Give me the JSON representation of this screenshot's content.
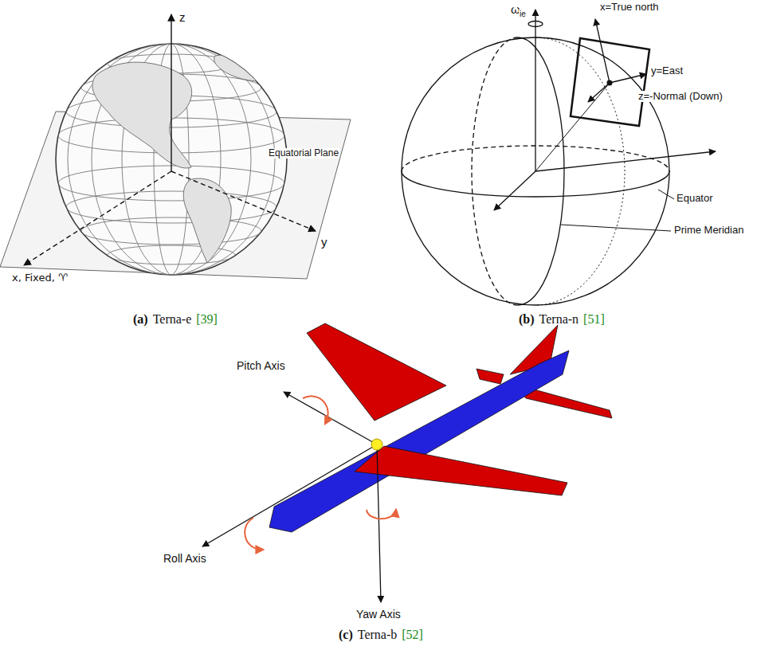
{
  "diagram": {
    "labels": [
      "z",
      "Equatorial Plane",
      "x, Fixed, ♈",
      "y",
      "(a)",
      "Terna-e",
      "[39]",
      "ω",
      "ie",
      "x=True north",
      "y=East",
      "z=-Normal (Down)",
      "Equator",
      "Prime Meridian",
      "(b)",
      "Terna-n",
      "[51]",
      "Pitch Axis",
      "Roll Axis",
      "Yaw Axis",
      "(c)",
      "Terna-b",
      "[52]"
    ]
  }
}
